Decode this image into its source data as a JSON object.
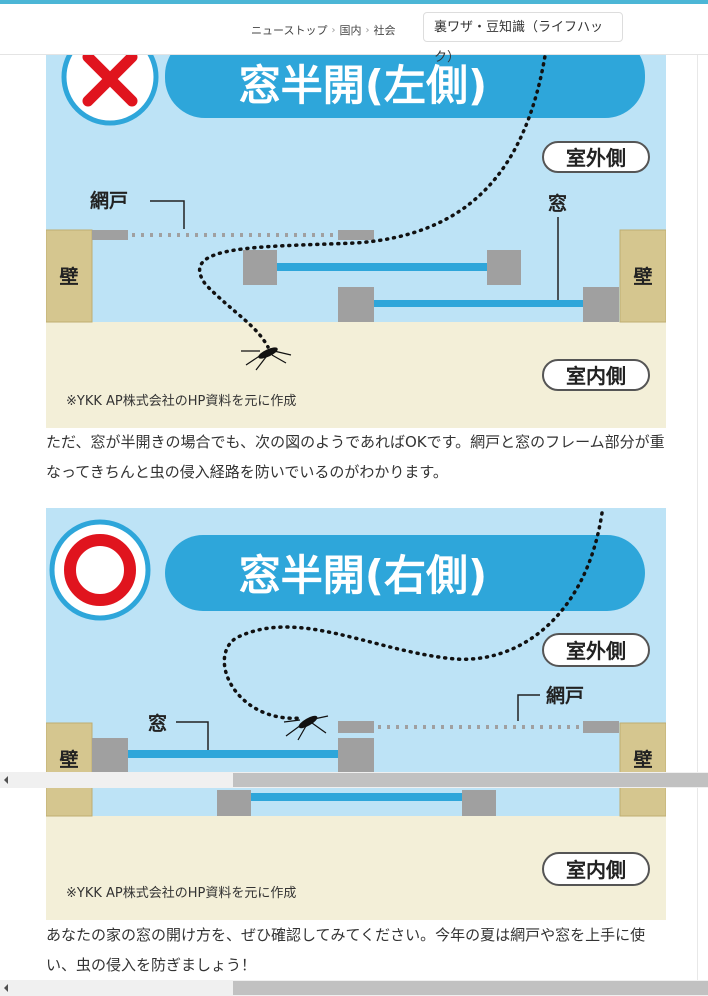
{
  "header": {
    "breadcrumb": [
      "ニューストップ",
      "国内",
      "社会"
    ],
    "breadcrumb_sep": "›",
    "category_tag": "裏ワザ・豆知識（ライフハック）"
  },
  "figure1": {
    "title": "窓半開(左側)",
    "verdict": "NG",
    "outside_label": "室外側",
    "inside_label": "室内側",
    "screen_label": "網戸",
    "window_label": "窓",
    "wall_label": "壁",
    "note": "※YKK AP株式会社のHP資料を元に作成"
  },
  "paragraph1": "ただ、窓が半開きの場合でも、次の図のようであればOKです。網戸と窓のフレーム部分が重なってきちんと虫の侵入経路を防いでいるのがわかります。",
  "figure2": {
    "title": "窓半開(右側)",
    "verdict": "OK",
    "outside_label": "室外側",
    "inside_label": "室内側",
    "screen_label": "網戸",
    "window_label": "窓",
    "wall_label": "壁",
    "note": "※YKK AP株式会社のHP資料を元に作成"
  },
  "paragraph2": "あなたの家の窓の開け方を、ぜひ確認してみてください。今年の夏は網戸や窓を上手に使い、虫の侵入を防ぎましょう！",
  "colors": {
    "accent": "#4cb6d6",
    "sky": "#bde3f6",
    "pill": "#2ea6da",
    "floor": "#f3efd8",
    "wall": "#d5c68f",
    "frame": "#a0a0a0",
    "ng": "#e0141e"
  }
}
